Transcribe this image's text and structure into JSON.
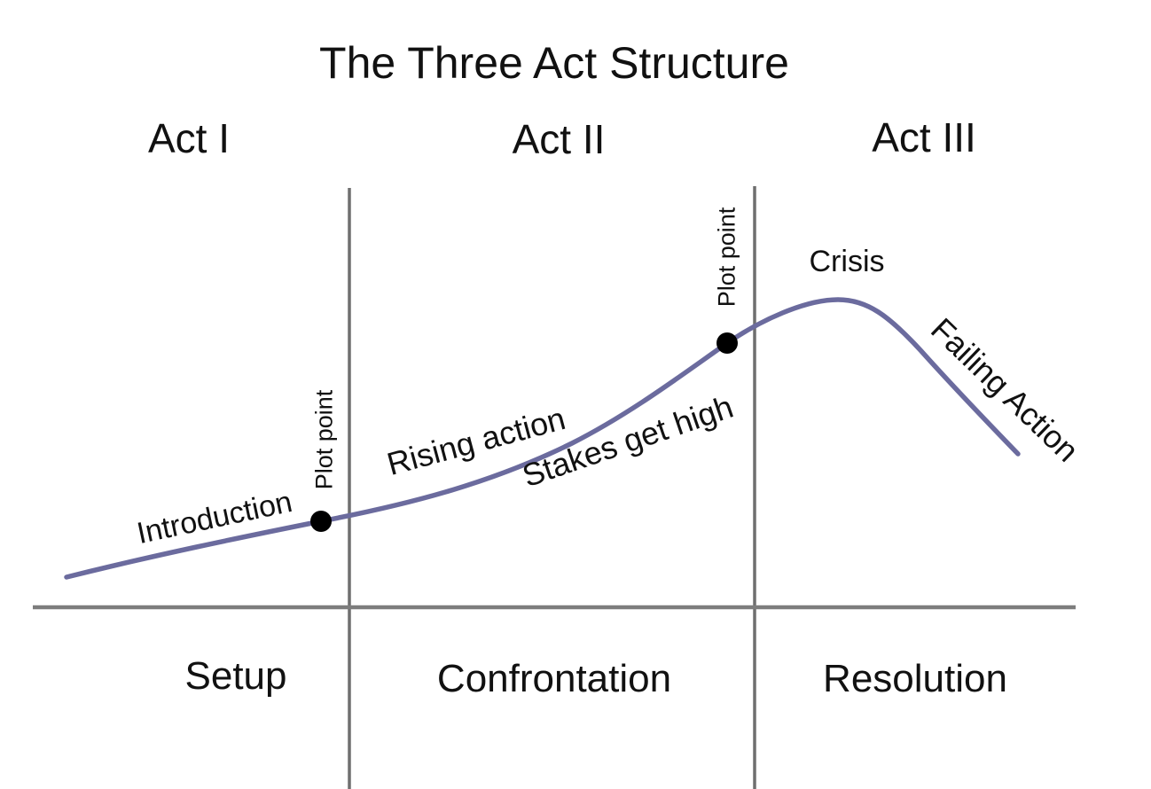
{
  "diagram": {
    "title": "The Three Act Structure",
    "acts": [
      {
        "label": "Act I",
        "phase": "Setup"
      },
      {
        "label": "Act II",
        "phase": "Confrontation"
      },
      {
        "label": "Act III",
        "phase": "Resolution"
      }
    ],
    "annotations": {
      "introduction": "Introduction",
      "plot_point_1": "Plot point",
      "rising_action": "Rising action",
      "stakes_get_high": "Stakes get high",
      "plot_point_2": "Plot point",
      "crisis": "Crisis",
      "failing_action": "Failing Action"
    },
    "colors": {
      "curve": "#6b6b9e",
      "divider_lines": "#6f6f6f",
      "baseline": "#7d7d7d",
      "plot_point_dots": "#000000",
      "text": "#111111",
      "background": "#ffffff"
    }
  }
}
